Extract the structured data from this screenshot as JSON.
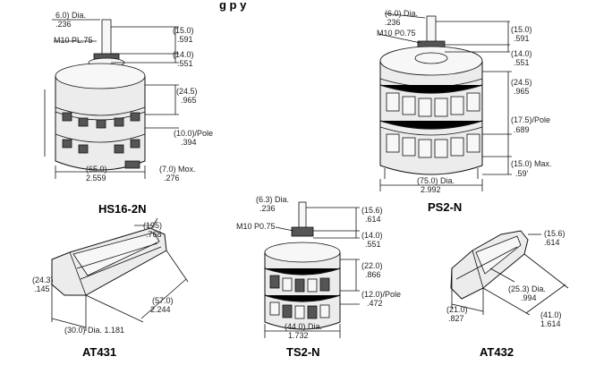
{
  "header": {
    "title_fragment": "g  p    y"
  },
  "hs16": {
    "label": "HS16-2N",
    "shaft_dia": "6.0) Dia.",
    "shaft_dia_in": ".236",
    "thread": "M10 PL.75",
    "d15": "(15.0)",
    "d15_in": ".591",
    "d14": "(14.0)",
    "d14_in": ".551",
    "d245": "(24.5)",
    "d245_in": ".965",
    "pole": "(10.0)/Pole",
    "pole_in": ".394",
    "d650": "(65.0)",
    "d650_in": "2.559",
    "dmax": "(7.0) Mox.",
    "dmax_in": ".276"
  },
  "ps2": {
    "label": "PS2-N",
    "shaft_dia": "(6.0) Dia.",
    "shaft_dia_in": ".236",
    "thread": "M10 P0.75",
    "d15": "(15.0)",
    "d15_in": ".591",
    "d14": "(14.0)",
    "d14_in": ".551",
    "d245": "(24.5)",
    "d245_in": ".965",
    "pole": "(17.5)/Pole",
    "pole_in": ".689",
    "dmax": "(15.0) Max.",
    "dmax_in": ".59'",
    "ddia": "(75.0) Dia.",
    "ddia_in": "2.992"
  },
  "ts2": {
    "label": "TS2-N",
    "shaft_dia": "(6.3) Dia.",
    "shaft_dia_in": ".236",
    "thread": "M10 P0.75",
    "d156": "(15.6)",
    "d156_in": ".614",
    "d14": "(14.0)",
    "d14_in": ".551",
    "d22": "(22.0)",
    "d22_in": ".866",
    "pole": "(12.0)/Pole",
    "pole_in": ".472",
    "ddia": "(44.0) Dia.",
    "ddia_in": "1.732"
  },
  "at431": {
    "label": "AT431",
    "d195": "(195)",
    "d195_in": ".768",
    "d243": "(24.3)",
    "d243_in": ".145",
    "d570": "(57.0)",
    "d570_in": "2.244",
    "ddia": "(30.0) Dia. 1.181"
  },
  "at432": {
    "label": "AT432",
    "d156": "(15.6)",
    "d156_in": ".614",
    "ddia": "(25.3) Dia.",
    "ddia_in": ".994",
    "d210": "(21.0)",
    "d210_in": ".827",
    "d410": "(41.0)",
    "d410_in": "1.614"
  }
}
